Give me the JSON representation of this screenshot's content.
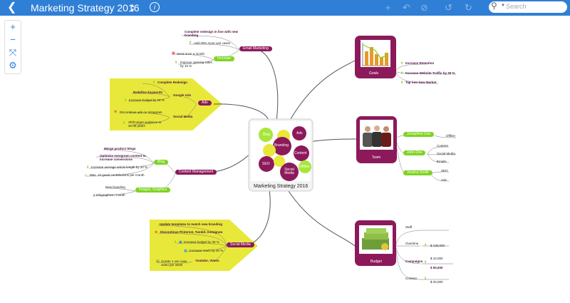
{
  "toolbar": {
    "back_icon": "chevron-left-icon",
    "title": "Marketing Strategy 2016",
    "search_placeholder": "Search"
  },
  "colors": {
    "topbar": "#2f7fd6",
    "branch": "#8c1a5b",
    "leaf": "#7ed321",
    "highlight": "#e8e83a"
  },
  "center": {
    "title": "Marketing Strategy 2016",
    "bubbles": [
      "Blog",
      "Ads",
      "Branding",
      "Content",
      "SEO",
      "Social Media",
      "Offline"
    ]
  },
  "email": {
    "label": "Email Marketing",
    "sub": "Innovate",
    "items": [
      "Complete redesign in line with new branding",
      "Add 20% more use cases",
      "Send once a month",
      "Improve opening rates by 15 %"
    ]
  },
  "ads": {
    "label": "Ads",
    "google": "Google Ads",
    "social": "Social Media",
    "items": [
      "Complete Redesign",
      "Redefine keywords",
      "Increase budget by 20 %",
      "Discontinue ads on Instagram",
      "Shift target audience to 25-35 years"
    ]
  },
  "content": {
    "label": "Content Management",
    "blog": "Blog",
    "images": "Images, Graphics",
    "items": [
      "Merge product blogs",
      "Optimize evergreen content to increase conversions",
      "Increase average article length by 20 %",
      "Max. 10 guest contributions per month",
      "New branding",
      "2 Infographics / month"
    ]
  },
  "social": {
    "label": "Social Media",
    "yt": "Youtube, Vimeo",
    "items": [
      "Update templates to match new branding",
      "Discontinue Pinterest, Tumblr, Instagram",
      "Increase budget by 30 %",
      "Increase reach by 40 %",
      "Create 1 use case video per week"
    ]
  },
  "goals": {
    "label": "Goals",
    "items": [
      "Increase Retention",
      "Increase Website Traffic by 30 %",
      "Tap into New Market"
    ]
  },
  "team": {
    "label": "Team",
    "members": [
      "Josephine Doe",
      "John Doe",
      "Jessica Smith"
    ],
    "roles": [
      "Offline",
      "Content",
      "Social Media",
      "Emails",
      "SEO",
      "Ads"
    ]
  },
  "budget": {
    "label": "Budget",
    "items": [
      "Staff",
      "Overtime",
      "Campaigns",
      "Content"
    ],
    "values": [
      "$ 130,000",
      "$ 10,000",
      "$ 50,000",
      "$ 25,000"
    ]
  }
}
